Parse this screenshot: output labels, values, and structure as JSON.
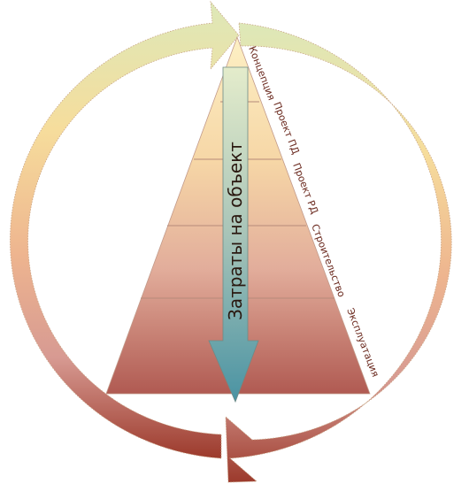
{
  "diagram": {
    "stages": [
      "Концепция",
      "Проект ПД",
      "Проект РД",
      "Строительство",
      "Эксплуатация"
    ],
    "arrow_label": "Затраты на объект"
  },
  "colors": {
    "cycle_top": "#dde8b8",
    "cycle_middle": "#f1c996",
    "cycle_bottom": "#9c3a2c",
    "pyramid_top": "#fdf0c4",
    "pyramid_bottom": "#b05a52",
    "arrow_top": "#e4eccb",
    "arrow_bottom": "#4a93a3",
    "stage_label": "#6b2a1f"
  }
}
